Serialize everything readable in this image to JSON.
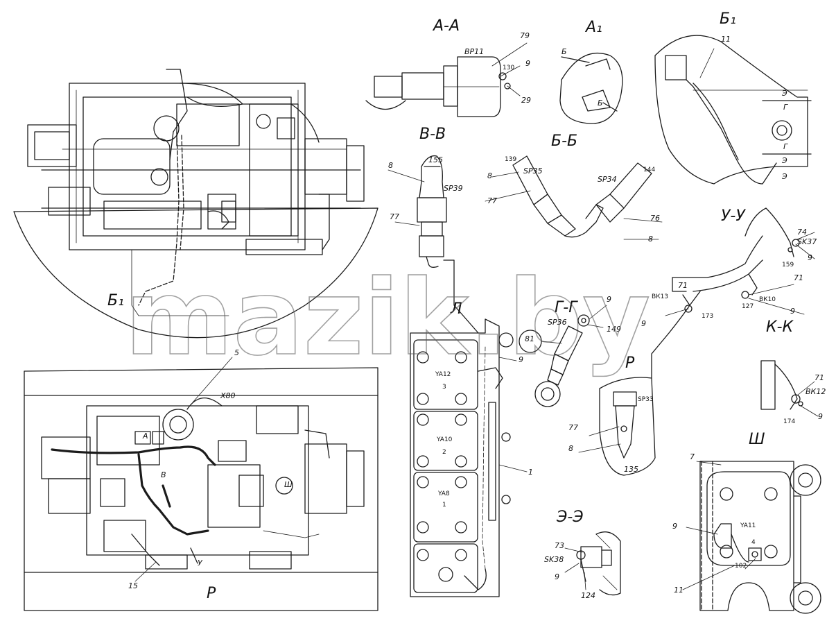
{
  "sections": [
    {
      "id": "AA",
      "text": "А-А"
    },
    {
      "id": "A1",
      "text": "А₁"
    },
    {
      "id": "B1",
      "text": "Б₁"
    },
    {
      "id": "VV",
      "text": "В-В"
    },
    {
      "id": "BB",
      "text": "Б-Б"
    },
    {
      "id": "UU",
      "text": "У-У"
    },
    {
      "id": "GG",
      "text": "Г-Г"
    },
    {
      "id": "P",
      "text": "Р"
    },
    {
      "id": "KK",
      "text": "К-К"
    },
    {
      "id": "L",
      "text": "Л"
    },
    {
      "id": "EE",
      "text": "Э-Э"
    },
    {
      "id": "Sh",
      "text": "Ш"
    },
    {
      "id": "B1small",
      "text": "Б₁"
    },
    {
      "id": "Pbottom",
      "text": "Р"
    }
  ],
  "labels": {
    "BP11": "ВР11",
    "n79": "79",
    "n130": "130",
    "n9a": "9",
    "n29": "29",
    "Bmark": "Б",
    "Bmark2": "Б",
    "n11a": "11",
    "E1": "Э",
    "G1": "Г",
    "E2": "Э",
    "G2": "Г",
    "E3": "Э",
    "n8a": "8",
    "n155": "155",
    "SP39": "SP39",
    "n77a": "77",
    "n139": "139",
    "SP35": "SP35",
    "n8b": "8",
    "n77b": "77",
    "SP34": "SP34",
    "n144": "144",
    "n76": "76",
    "n8c": "8",
    "n74": "74",
    "SK37": "SK37",
    "n9b": "9",
    "n159": "159",
    "n71a": "71",
    "BK13": "ВК13",
    "n9c": "9",
    "n173": "173",
    "n71b": "71",
    "n127": "127",
    "BK10": "ВК10",
    "n9d": "9",
    "n9e": "9",
    "SP36": "SP36",
    "n149": "149",
    "n81": "81",
    "YA12": "YA12",
    "n3": "3",
    "YA10": "YA10",
    "n2": "2",
    "YA8": "YA8",
    "n1p": "1",
    "n9f": "9",
    "n1": "1",
    "SP33": "SP33",
    "n77c": "77",
    "n8d": "8",
    "n135": "135",
    "n71c": "71",
    "BK12": "ВК12",
    "n174": "174",
    "n9g": "9",
    "n73": "73",
    "SK38": "SK38",
    "n9h": "9",
    "n124": "124",
    "n7": "7",
    "YA11": "YA11",
    "n4": "4",
    "n9i": "9",
    "n102": "102",
    "n11b": "11",
    "n5": "5",
    "X80": "Х80",
    "n15": "15",
    "A_mark": "А",
    "V_mark": "В",
    "Sh_mark": "Ш",
    "U_mark": "У"
  },
  "watermark": "mazik.by"
}
